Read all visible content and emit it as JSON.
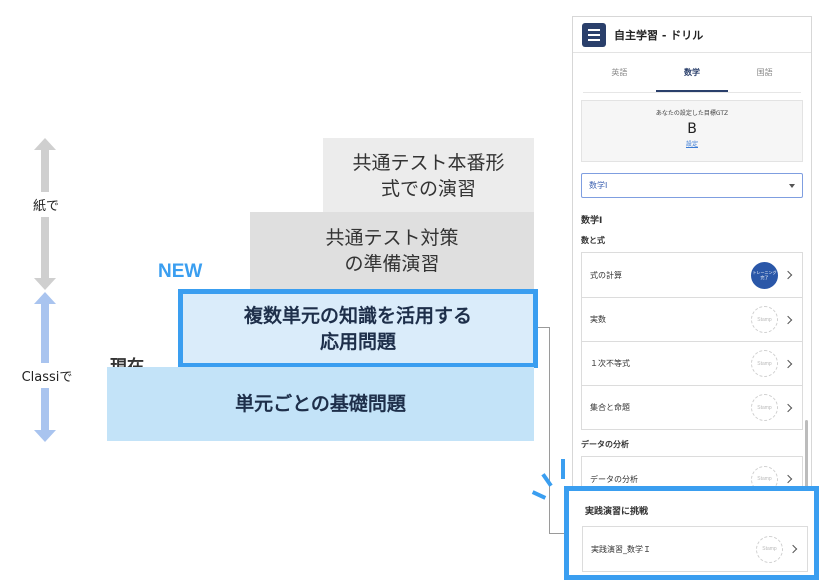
{
  "axis": {
    "paper_label": "紙で",
    "classi_label": "Classiで"
  },
  "pyramid": {
    "top": "共通テスト本番形\n式での演習",
    "middle": "共通テスト対策\nの準備演習",
    "new": "複数単元の知識を活用する\n応用問題",
    "base": "単元ごとの基礎問題",
    "new_tag": "NEW",
    "current_tag": "現在"
  },
  "phone": {
    "title": "自主学習 - ドリル",
    "tabs": [
      "英語",
      "数学",
      "国語"
    ],
    "active_tab": "数学",
    "goal": {
      "caption": "あなたの設定した目標GTZ",
      "value": "B",
      "link": "設定"
    },
    "select_value": "数学I",
    "section_title": "数学I",
    "groups": [
      {
        "title": "数と式",
        "items": [
          {
            "label": "式の計算",
            "stamp": "トレーニング完了"
          },
          {
            "label": "実数",
            "stamp": "Stamp"
          },
          {
            "label": "１次不等式",
            "stamp": "Stamp"
          },
          {
            "label": "集合と命題",
            "stamp": "Stamp"
          }
        ]
      },
      {
        "title": "データの分析",
        "items": [
          {
            "label": "データの分析",
            "stamp": "Stamp"
          }
        ]
      }
    ],
    "practice": {
      "title": "実践演習に挑戦",
      "item": "実践演習_数学Ｉ",
      "stamp": "Stamp"
    }
  },
  "colors": {
    "accent": "#3a9ef0",
    "navy": "#2a3f6b",
    "base_fill": "#c3e3f8",
    "new_fill": "#daecfa"
  }
}
